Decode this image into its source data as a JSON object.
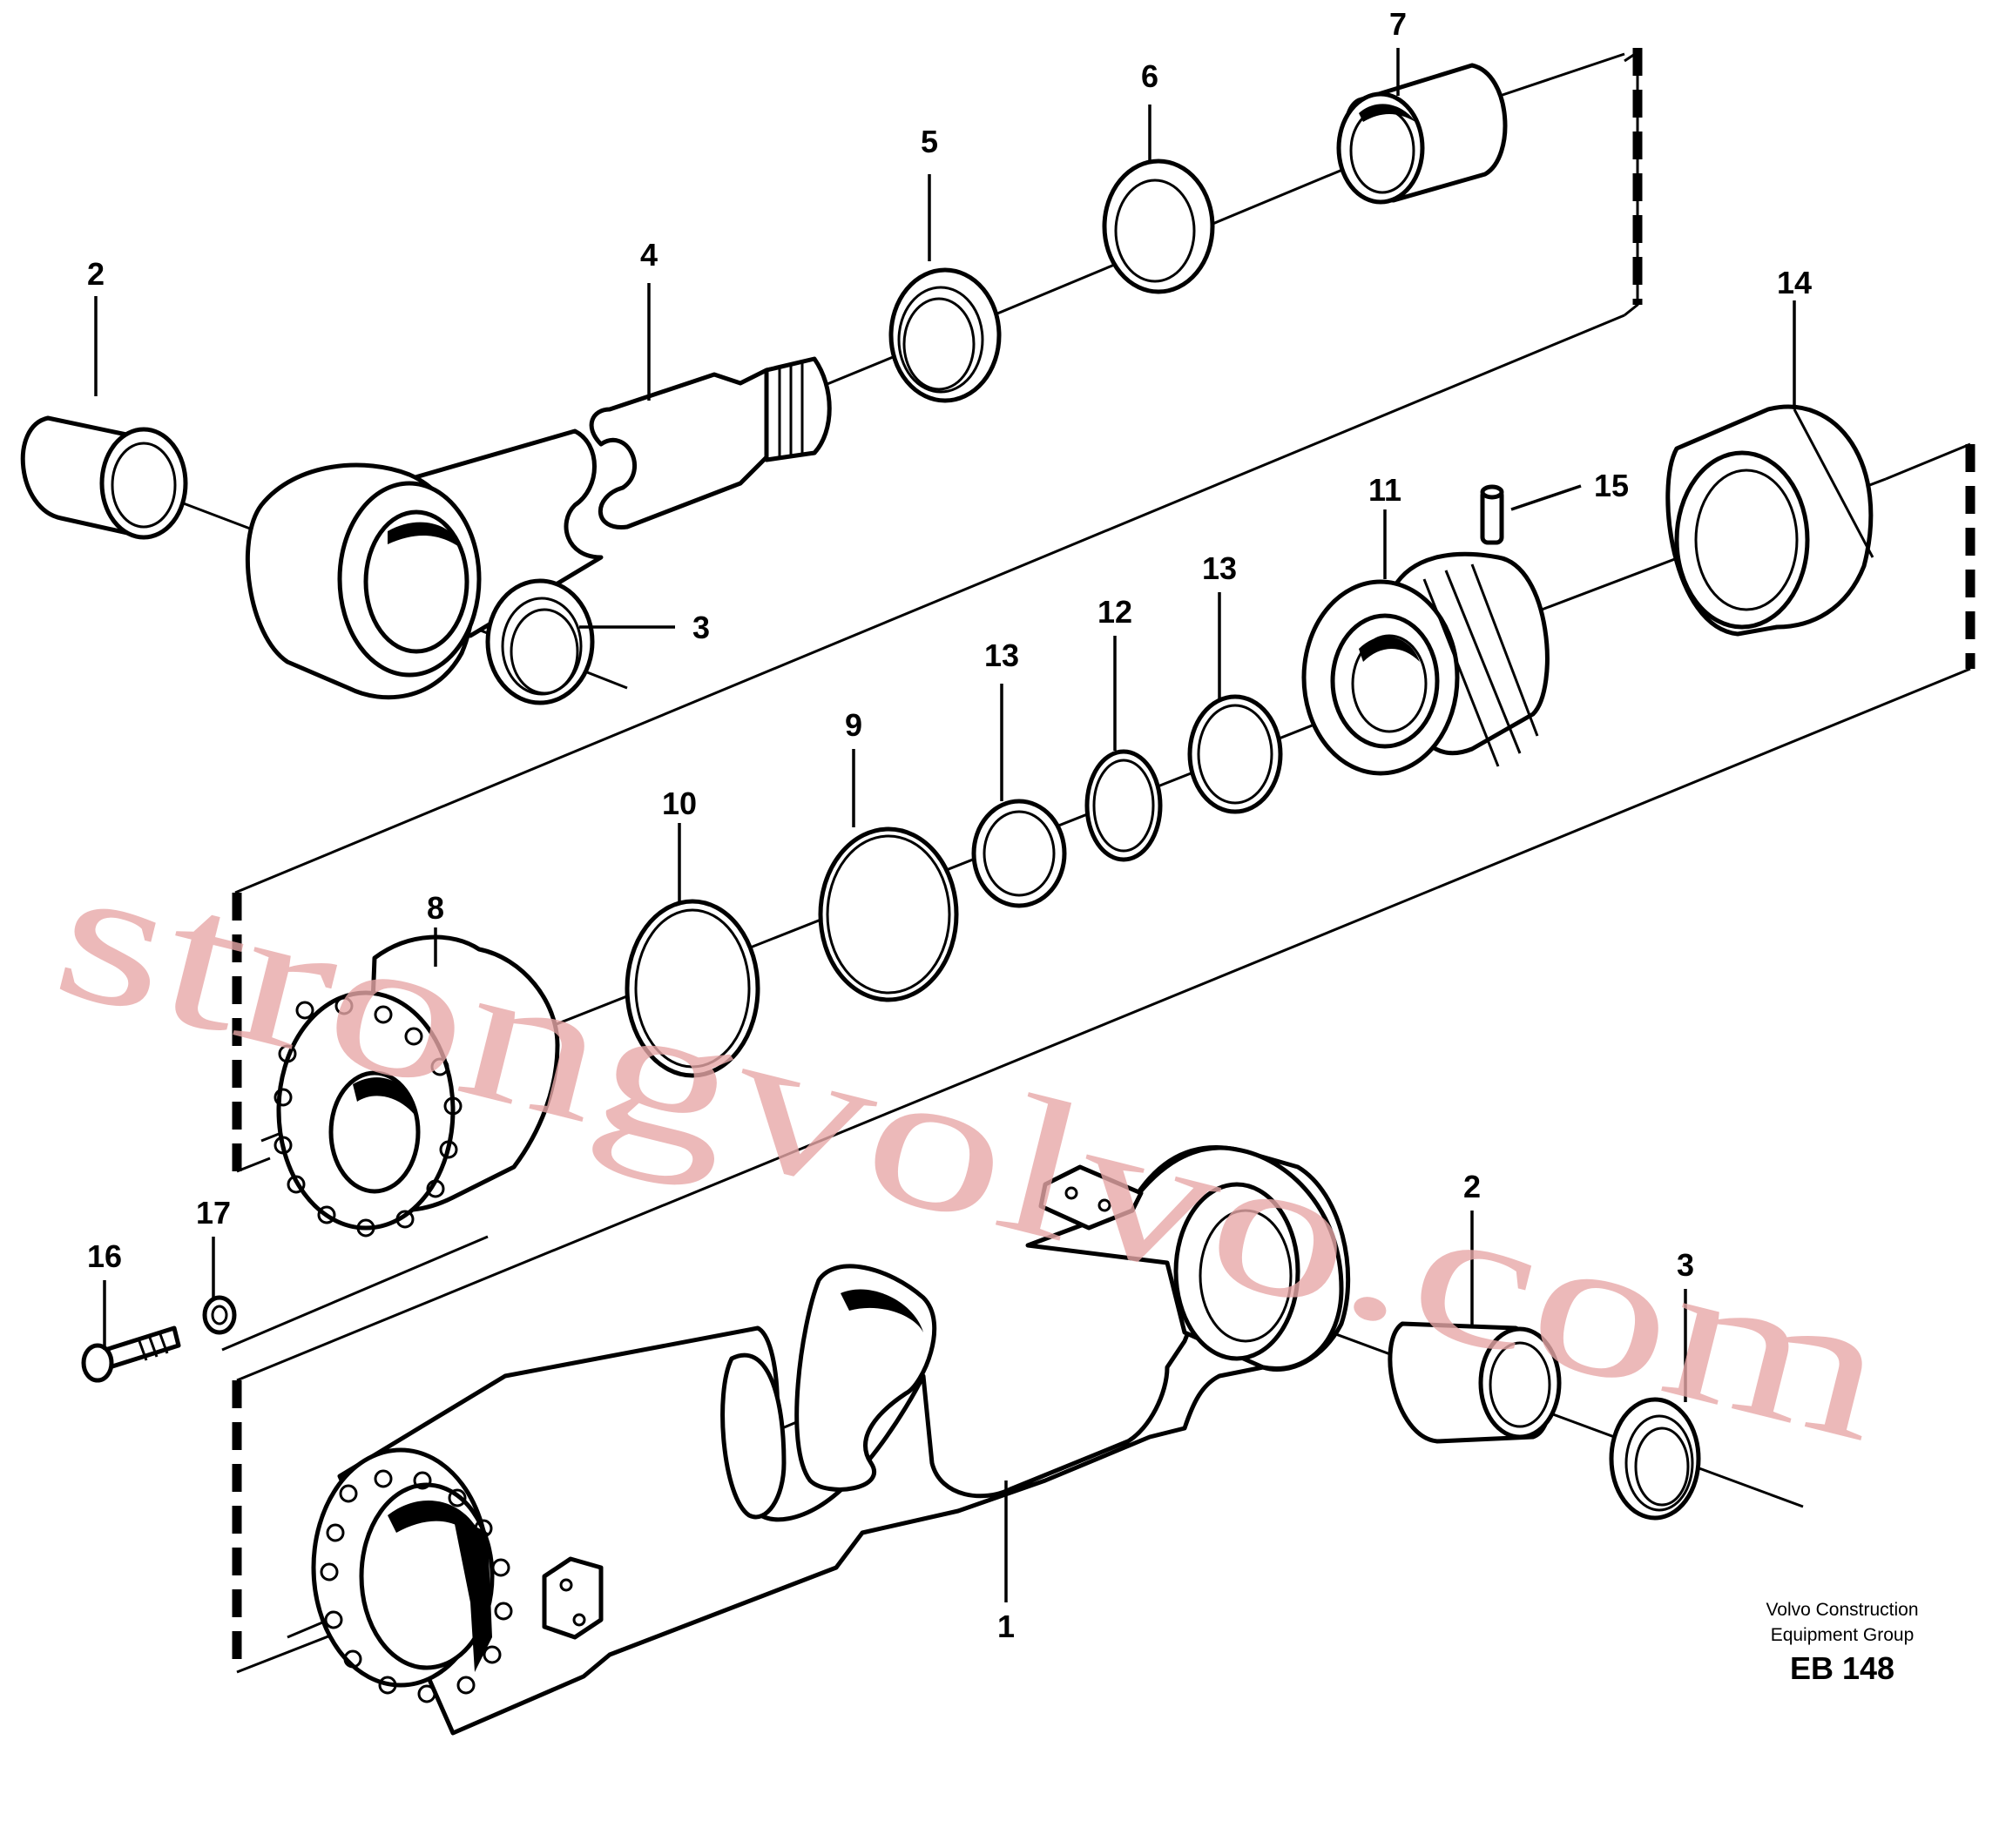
{
  "callouts": {
    "c1": "1",
    "c2a": "2",
    "c2b": "2",
    "c3a": "3",
    "c3b": "3",
    "c4": "4",
    "c5": "5",
    "c6": "6",
    "c7": "7",
    "c8": "8",
    "c9": "9",
    "c10": "10",
    "c11": "11",
    "c12": "12",
    "c13a": "13",
    "c13b": "13",
    "c14": "14",
    "c15": "15",
    "c16": "16",
    "c17": "17"
  },
  "credit": {
    "line1": "Volvo Construction",
    "line2": "Equipment Group",
    "code": "EB 148"
  },
  "watermark": "strongvolvo.com"
}
